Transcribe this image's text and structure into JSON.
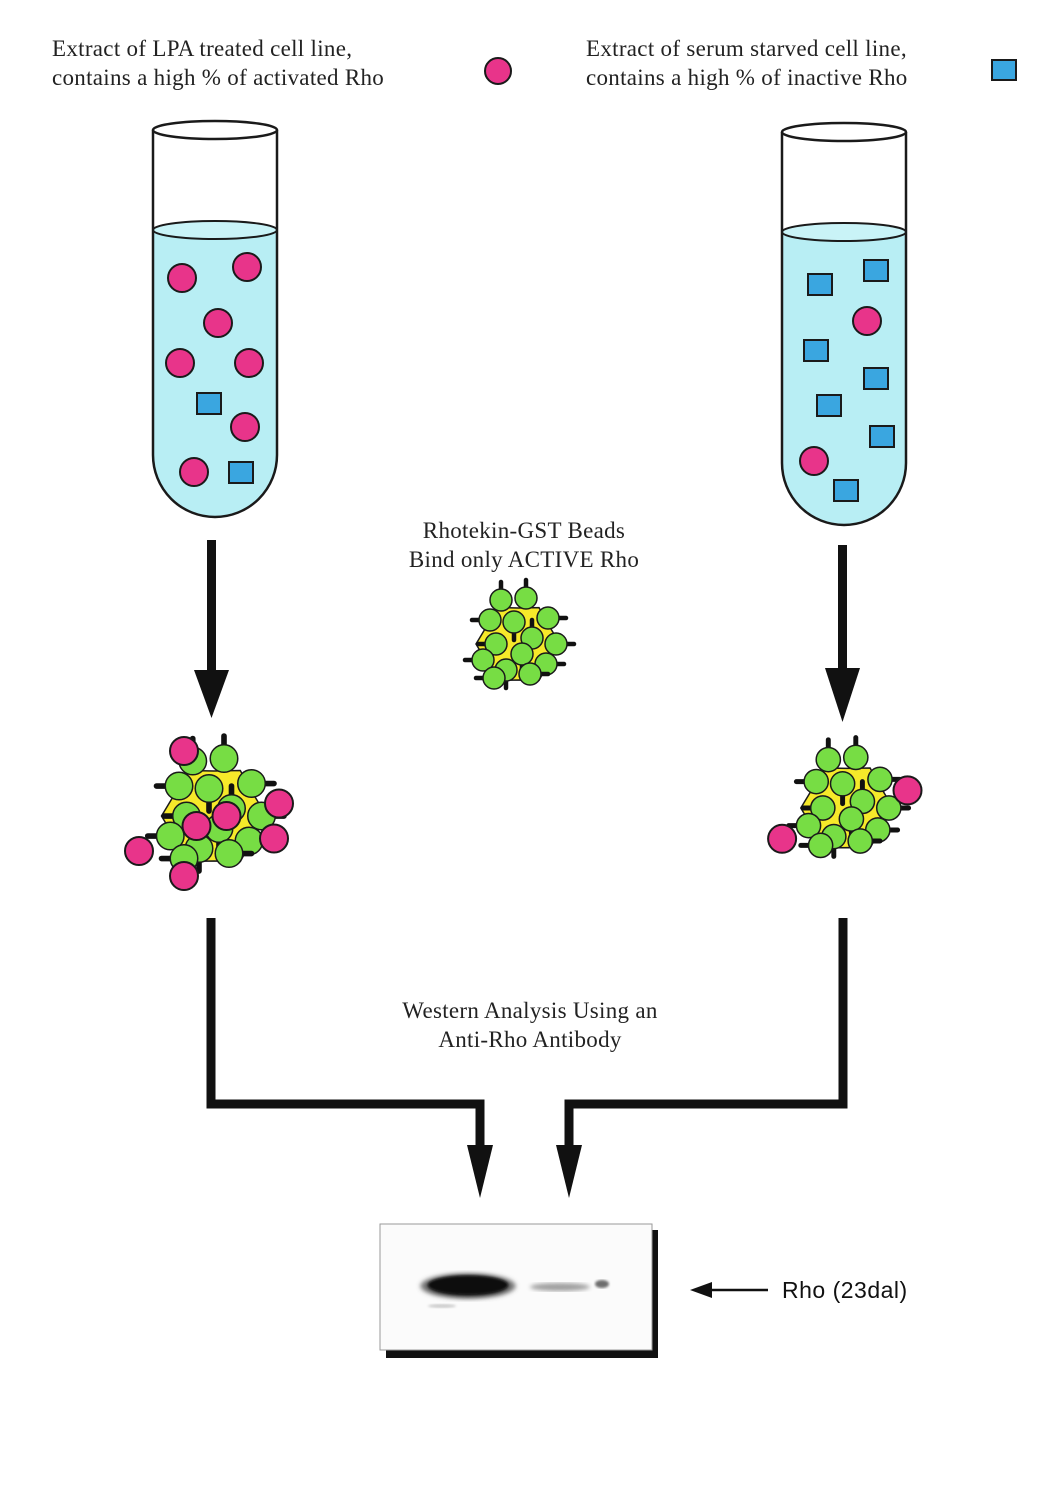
{
  "header": {
    "left_line1": "Extract of LPA treated cell line,",
    "left_line2": "contains a high % of activated Rho",
    "right_line1": "Extract of serum starved cell line,",
    "right_line2": "contains a high % of inactive Rho"
  },
  "beads_caption": {
    "line1": "Rhotekin-GST Beads",
    "line2": "Bind only ACTIVE Rho"
  },
  "western_caption": {
    "line1": "Western Analysis Using an",
    "line2": "Anti-Rho Antibody"
  },
  "blot_label": "Rho (23dal)",
  "colors": {
    "active_rho": "#e8348a",
    "inactive_rho": "#3aa6e0",
    "liquid": "#b8eef4",
    "bead_core": "#f6e92a",
    "gst": "#77dd44",
    "outline": "#1a1a1a"
  },
  "legend_icons": {
    "active": "active-rho-circle-icon",
    "inactive": "inactive-rho-square-icon"
  }
}
